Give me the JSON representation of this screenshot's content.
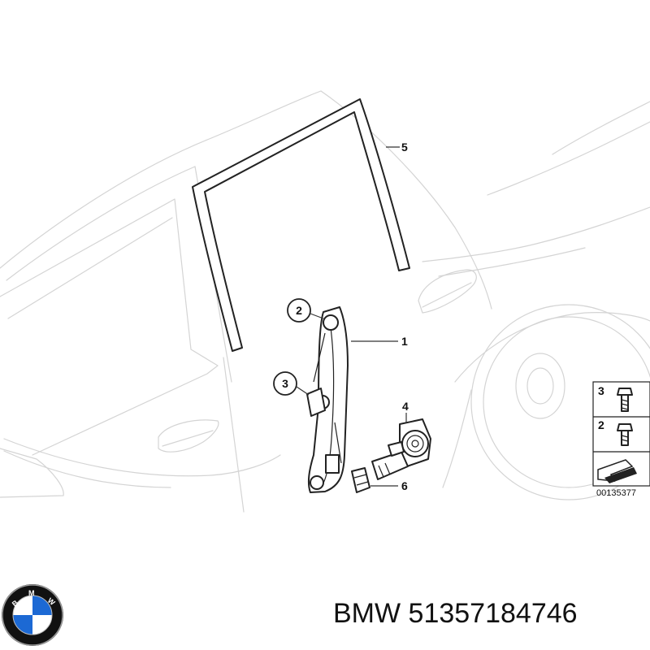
{
  "diagram": {
    "callouts": [
      {
        "id": "1",
        "label": "1"
      },
      {
        "id": "2",
        "label": "2"
      },
      {
        "id": "3",
        "label": "3"
      },
      {
        "id": "4",
        "label": "4"
      },
      {
        "id": "5",
        "label": "5"
      },
      {
        "id": "6",
        "label": "6"
      }
    ],
    "legend": {
      "items": [
        {
          "label": "3"
        },
        {
          "label": "2"
        }
      ],
      "reference": "00135377"
    }
  },
  "footer": {
    "brand": "BMW",
    "part_number": "51357184746",
    "logo_letters": "BMW"
  },
  "colors": {
    "logo_blue": "#1c69d4",
    "logo_ring": "#111111",
    "ghost_lines": "#d4d4d4"
  }
}
